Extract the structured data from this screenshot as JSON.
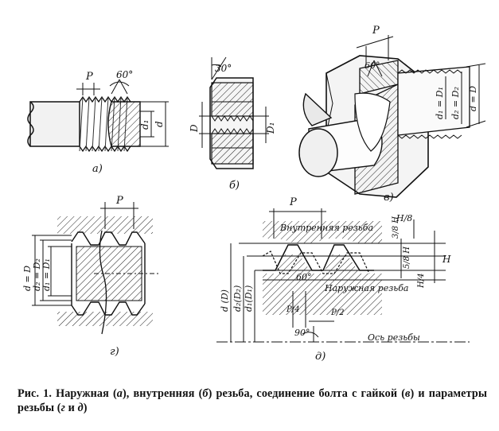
{
  "labels": {
    "a_pitch": "P",
    "a_angle": "60°",
    "a_d1": "d₁",
    "a_d": "d",
    "a_caption": "а)",
    "b_angle": "30°",
    "b_D": "D",
    "b_D1": "D₁",
    "b_caption": "б)",
    "v_pitch": "P",
    "v_angle": "60°",
    "v_d1D1": "d₁ = D₁",
    "v_d2D2": "d₂ = D₂",
    "v_dD": "d = D",
    "v_caption": "в)",
    "g_pitch": "P",
    "g_dD": "d = D",
    "g_d2D2": "d₂ = D₂",
    "g_d1D1": "d₁ = D₁",
    "g_caption": "г)",
    "d_pitch": "P",
    "d_internal": "Внутренняя резьба",
    "d_external": "Наружная резьба",
    "d_angle": "60°",
    "d_H": "H",
    "d_H8": "H/8",
    "d_3H8": "3/8 H",
    "d_H4": "H/4",
    "d_5H8": "5/8 H",
    "d_P4": "P/4",
    "d_P2": "P/2",
    "d_90": "90°",
    "d_axis": "Ось резьбы",
    "d_dD": "d (D)",
    "d_d2D2": "d₂(D₂)",
    "d_d1D1": "d₁(D₁)",
    "d_caption": "д)"
  },
  "caption": {
    "prefix": "Рис. 1. Наружная (",
    "a": "а",
    "part2": "), внутренняя (",
    "b": "б",
    "part3": ") резьба, соединение болта с гайкой (",
    "v": "в",
    "part4": ") и параметры резьбы (",
    "g": "г",
    "and": " и ",
    "d": "д",
    "end": ")"
  }
}
